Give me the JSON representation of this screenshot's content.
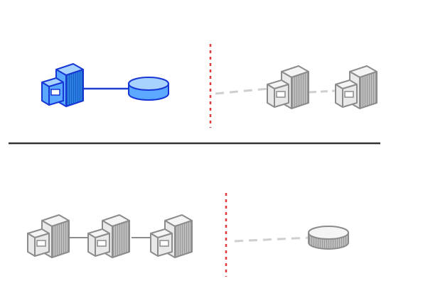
{
  "palette": {
    "active_stroke": "#1736d6",
    "active_face": "#5aa9ff",
    "active_top": "#a9d3ff",
    "active_side": "#2a7fe6",
    "active_line": "#1f3ecf",
    "inactive_stroke": "#8c8c8c",
    "inactive_face": "#e9e9e9",
    "inactive_top": "#f5f5f5",
    "inactive_side": "#bdbdbd",
    "inactive_link": "#cfcfcf",
    "divider": "#333333",
    "boundary": "#e33b3b"
  },
  "icons": {
    "server": "server-icon",
    "database": "database-icon"
  },
  "top_section": {
    "left_group": [
      {
        "type": "server",
        "state": "active"
      },
      {
        "type": "database",
        "state": "active"
      }
    ],
    "right_group": [
      {
        "type": "server",
        "state": "inactive"
      },
      {
        "type": "server",
        "state": "inactive"
      }
    ],
    "cross_link": "dashed"
  },
  "bottom_section": {
    "left_group": [
      {
        "type": "server",
        "state": "inactive"
      },
      {
        "type": "server",
        "state": "inactive"
      },
      {
        "type": "server",
        "state": "inactive"
      }
    ],
    "right_group": [
      {
        "type": "database",
        "state": "inactive"
      }
    ],
    "cross_link": "dashed"
  }
}
